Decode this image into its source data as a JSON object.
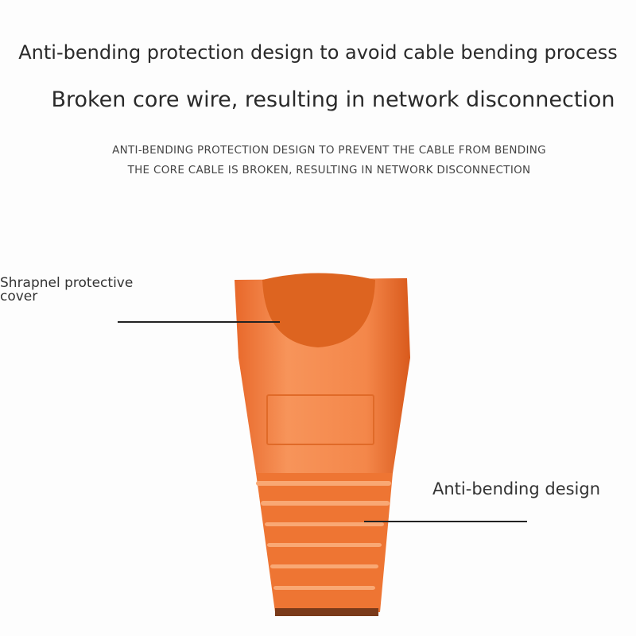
{
  "headline": {
    "line1": "Anti-bending protection design to avoid cable bending process",
    "line2": "Broken core wire, resulting in network disconnection"
  },
  "subheadline": {
    "line1": "ANTI-BENDING PROTECTION DESIGN TO PREVENT THE CABLE FROM BENDING",
    "line2": "THE CORE CABLE IS BROKEN, RESULTING IN NETWORK DISCONNECTION"
  },
  "callouts": {
    "shrapnel_line1": "Shrapnel protective",
    "shrapnel_line2": "cover",
    "anti_bending": "Anti-bending design"
  },
  "colors": {
    "boot": "#f07a2e",
    "boot_dark": "#d9601a",
    "leader": "#222222"
  }
}
